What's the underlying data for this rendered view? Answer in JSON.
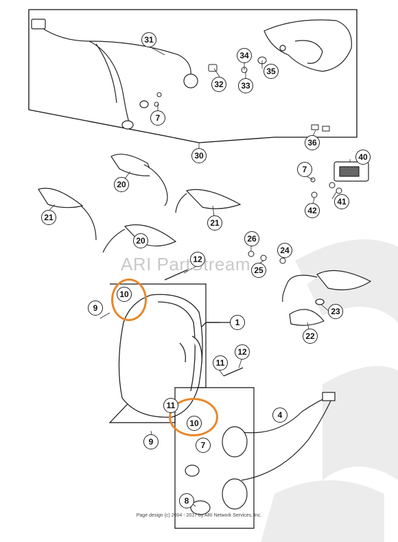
{
  "callouts": {
    "c31": "31",
    "c34": "34",
    "c35": "35",
    "c32": "32",
    "c33": "33",
    "c7a": "7",
    "c30": "30",
    "c36": "36",
    "c40": "40",
    "c7b": "7",
    "c41": "41",
    "c42": "42",
    "c20a": "20",
    "c20b": "20",
    "c21a": "21",
    "c21b": "21",
    "c26": "26",
    "c24": "24",
    "c25": "25",
    "c12a": "12",
    "c23": "23",
    "c22": "22",
    "c10a": "10",
    "c9a": "9",
    "c1": "1",
    "c11a": "11",
    "c12b": "12",
    "c11b": "11",
    "c10b": "10",
    "c9b": "9",
    "c4": "4",
    "c7c": "7",
    "c8": "8"
  },
  "watermark": "ARI PartStream",
  "footer": "Page design (c) 2004 - 2017 by ARI Network Services, Inc.",
  "highlight_color": "#e8862a"
}
